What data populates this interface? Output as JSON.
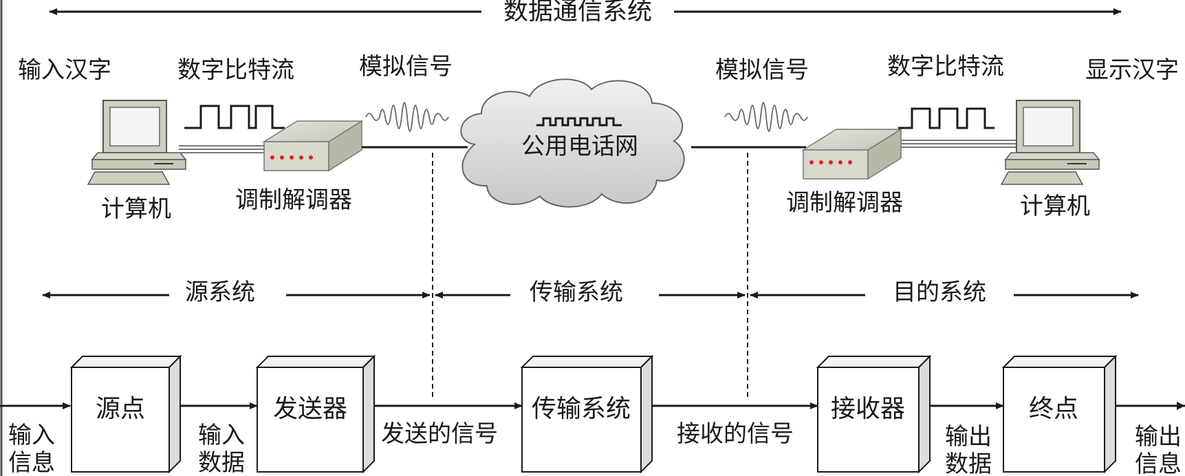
{
  "top": {
    "system_label": "数据通信系统"
  },
  "upper_left": {
    "input_chars": "输入汉字",
    "digital_stream": "数字比特流",
    "analog_signal": "模拟信号",
    "computer": "计算机",
    "modem": "调制解调器"
  },
  "upper_center": {
    "network": "公用电话网"
  },
  "upper_right": {
    "analog_signal": "模拟信号",
    "digital_stream": "数字比特流",
    "display_chars": "显示汉字",
    "modem": "调制解调器",
    "computer": "计算机"
  },
  "sections": {
    "source": "源系统",
    "transmission": "传输系统",
    "destination": "目的系统"
  },
  "flow": {
    "boxes": {
      "source_point": "源点",
      "transmitter": "发送器",
      "transmission": "传输系统",
      "receiver": "接收器",
      "end_point": "终点"
    },
    "labels": {
      "input_info_1": "输入",
      "input_info_2": "信息",
      "input_data_1": "输入",
      "input_data_2": "数据",
      "sent_signal": "发送的信号",
      "received_signal": "接收的信号",
      "output_data_1": "输出",
      "output_data_2": "数据",
      "output_info_1": "输出",
      "output_info_2": "信息"
    }
  },
  "colors": {
    "line": "#1a1a1a",
    "modem_led": "#e02020",
    "computer_body": "#cfcfc0",
    "cloud_fill": "#d8d8d8"
  }
}
